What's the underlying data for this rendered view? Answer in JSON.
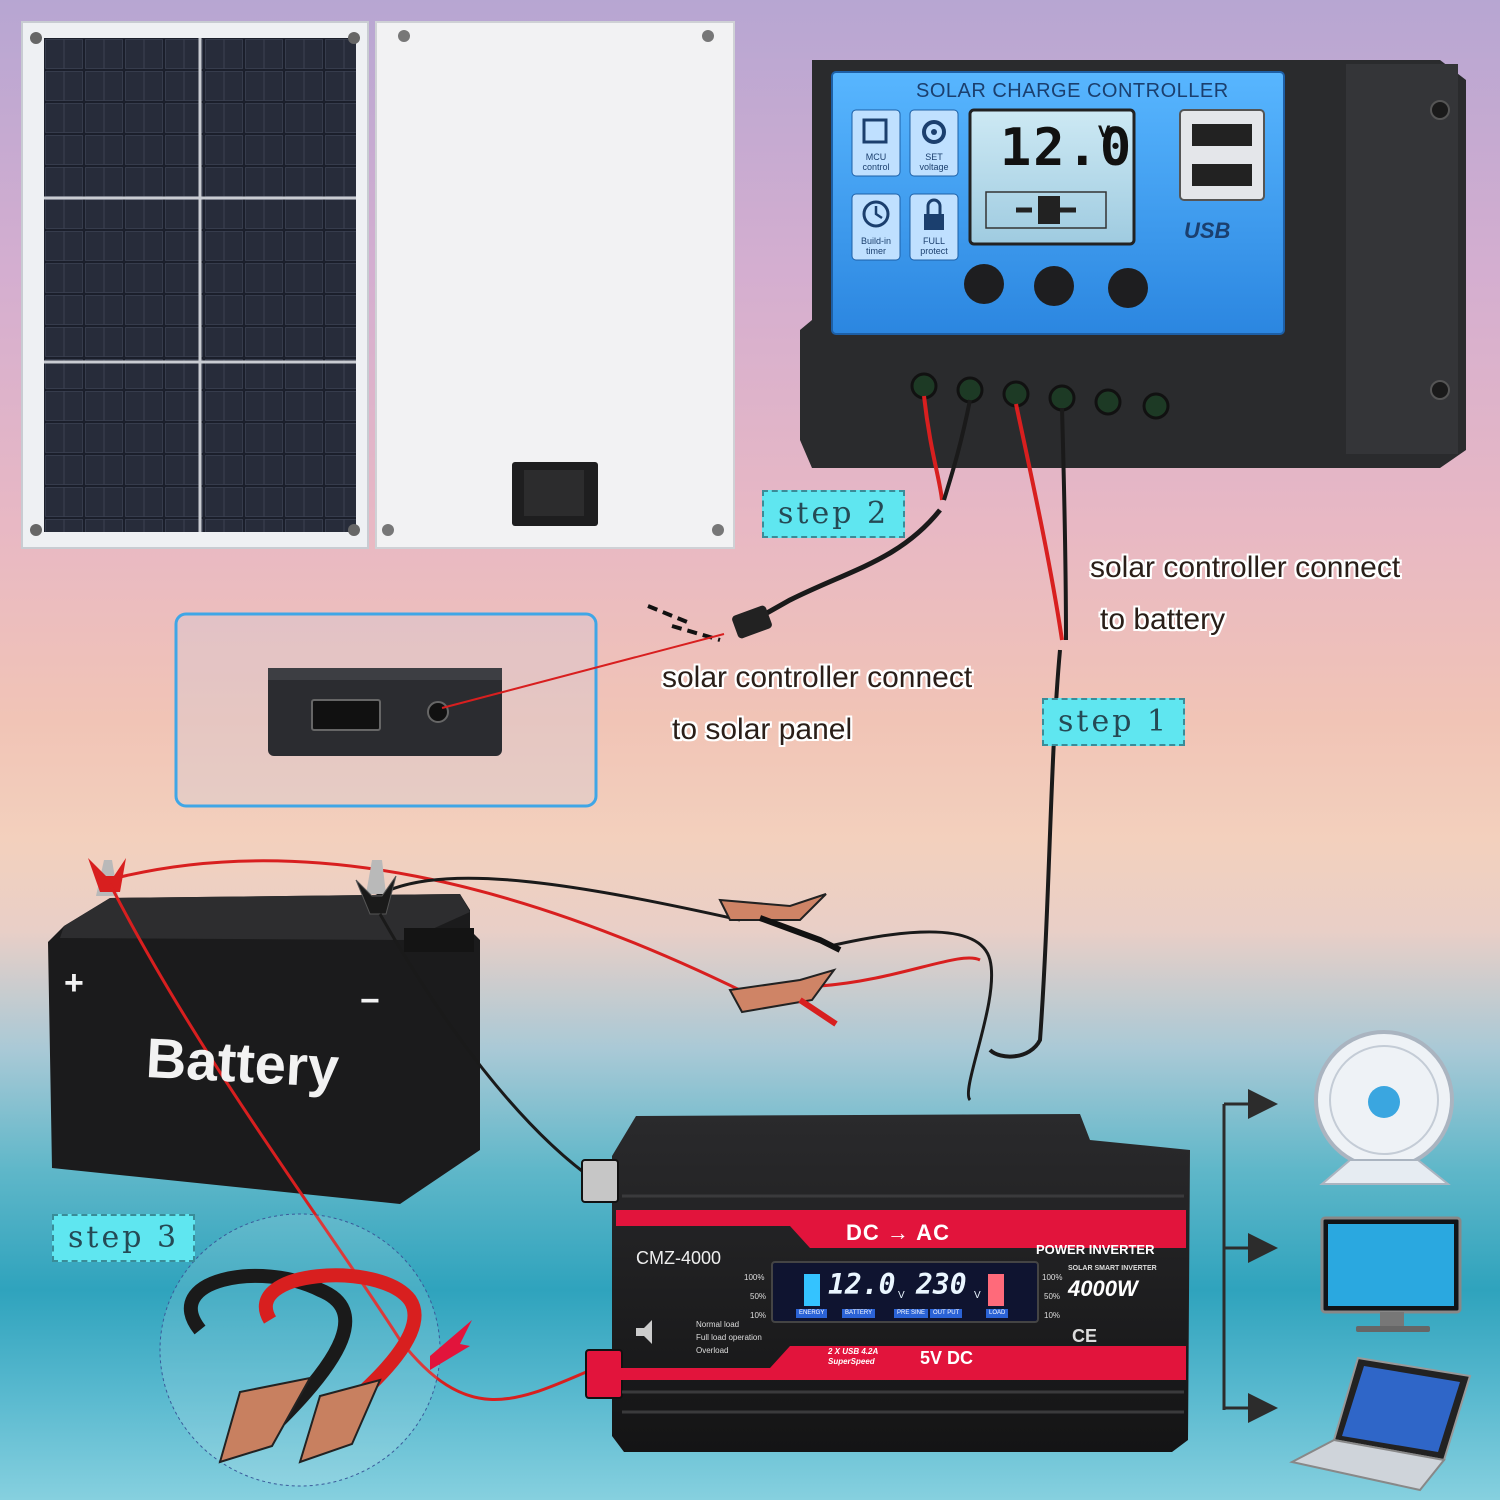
{
  "controller": {
    "title": "SOLAR CHARGE CONTROLLER",
    "lcd_value": "12.0",
    "lcd_unit": "V",
    "icons": [
      {
        "name": "mcu-chip-icon",
        "label": "MCU control"
      },
      {
        "name": "gear-icon",
        "label": "SET voltage"
      },
      {
        "name": "clock-icon",
        "label": "Build-in timer"
      },
      {
        "name": "lock-icon",
        "label": "FULL protect"
      }
    ],
    "usb_label": "USB"
  },
  "steps": {
    "step1": "step 1",
    "step2": "step 2",
    "step3": "step 3"
  },
  "captions": {
    "to_battery_line1": "solar controller connect",
    "to_battery_line2": "to battery",
    "to_panel_line1": "solar controller connect",
    "to_panel_line2": "to solar panel"
  },
  "battery": {
    "label": "Battery",
    "plus": "+",
    "minus": "−"
  },
  "inverter": {
    "dc_ac": "DC → AC",
    "model": "CMZ-4000",
    "title": "POWER INVERTER",
    "subtitle": "SOLAR SMART INVERTER",
    "wattage": "4000W",
    "input_value": "12.0",
    "input_unit": "V",
    "output_value": "230",
    "output_unit": "V",
    "tags": [
      "ENERGY",
      "BATTERY",
      "PRE SINE",
      "OUT PUT",
      "LOAD"
    ],
    "levels_left": [
      "100%",
      "50%",
      "10%"
    ],
    "levels_right": [
      "100%",
      "50%",
      "10%"
    ],
    "legend": [
      "Normal load",
      "Full load operation",
      "Overload"
    ],
    "usb_text": "2 X USB 4.2A",
    "usb_sub": "SuperSpeed",
    "usb_dc": "5V DC",
    "certs": "CE"
  },
  "devices": [
    "fan-icon",
    "monitor-icon",
    "laptop-icon"
  ],
  "colors": {
    "step_bg": "#5fe6f0",
    "controller_blue": "#3aa0f0",
    "inverter_red": "#e2143c",
    "wire_red": "#d81f1f"
  }
}
